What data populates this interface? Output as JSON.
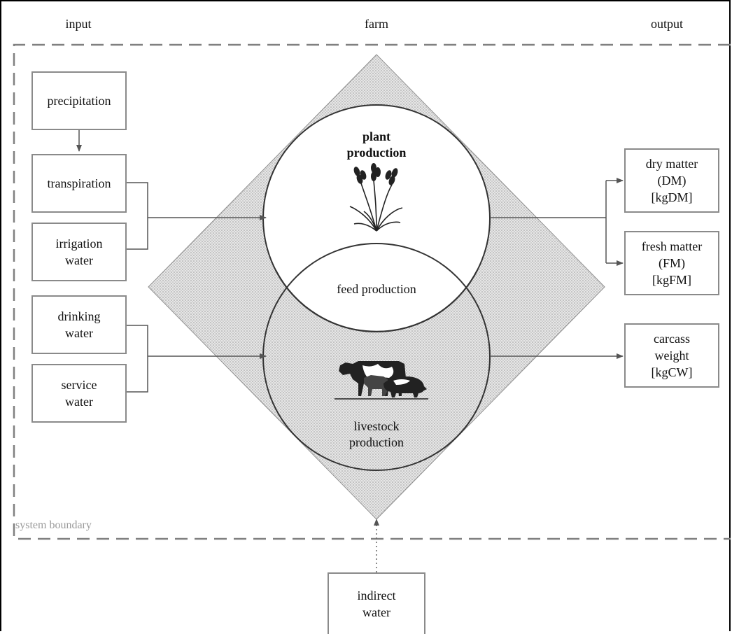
{
  "headers": {
    "input": "input",
    "farm": "farm",
    "output": "output"
  },
  "system_boundary": "system boundary",
  "inputs": {
    "precipitation": "precipitation",
    "transpiration": "transpiration",
    "irrigation": "irrigation\nwater",
    "drinking": "drinking\nwater",
    "service": "service\nwater"
  },
  "farm": {
    "plant": "plant\nproduction",
    "feed": "feed production",
    "livestock": "livestock\nproduction"
  },
  "outputs": {
    "dry_matter": "dry matter\n(DM)\n[kgDM]",
    "fresh_matter": "fresh matter\n(FM)\n[kgFM]",
    "carcass": "carcass\nweight\n[kgCW]"
  },
  "indirect": "indirect\nwater",
  "colors": {
    "box_border": "#8a8a8a",
    "arrow": "#555555",
    "diamond_fill": "#d9d9d9",
    "boundary": "#808080"
  },
  "icons": {
    "plant": "wheat-icon",
    "livestock": "livestock-icon"
  }
}
